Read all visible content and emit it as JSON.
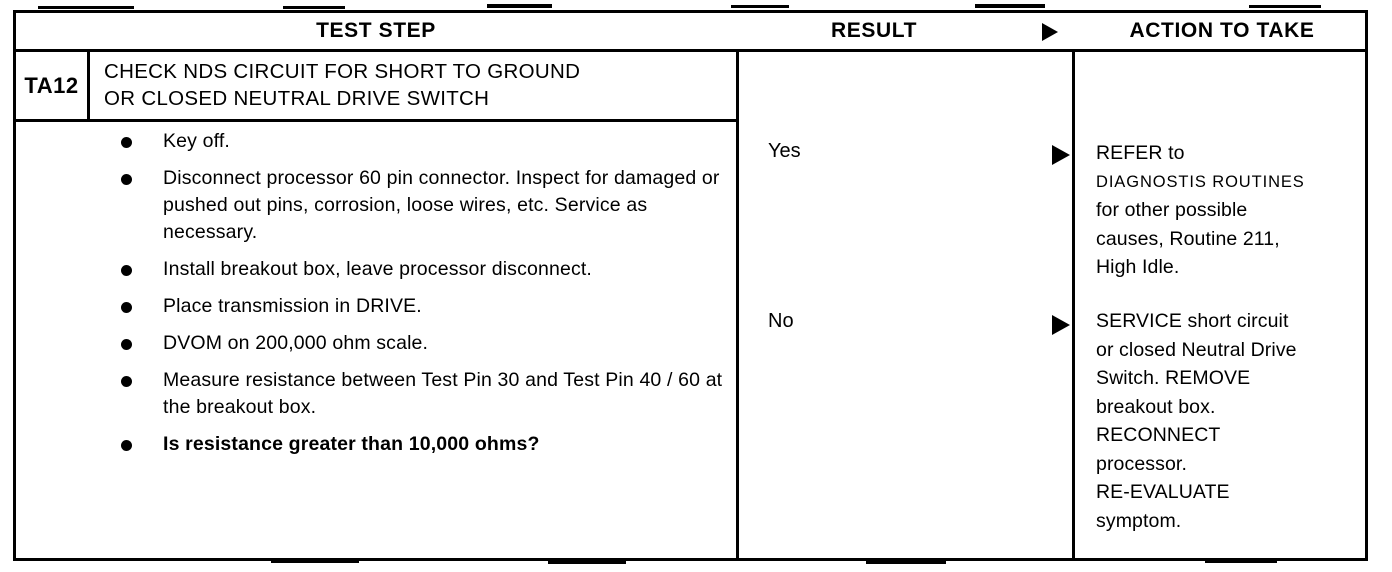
{
  "table": {
    "headers": {
      "test_step": "TEST STEP",
      "result": "RESULT",
      "action": "ACTION TO TAKE",
      "arrow_icon": "right-triangle-icon"
    },
    "step_id": "TA12",
    "step_title_lines": [
      "CHECK NDS CIRCUIT FOR SHORT TO GROUND",
      "OR CLOSED NEUTRAL DRIVE SWITCH"
    ],
    "steps": [
      {
        "text": "Key off.",
        "bold": false
      },
      {
        "text": "Disconnect processor 60 pin connector. Inspect for damaged or pushed out pins, corrosion, loose wires, etc. Service as necessary.",
        "bold": false
      },
      {
        "text": "Install breakout box, leave processor disconnect.",
        "bold": false
      },
      {
        "text": "Place transmission in DRIVE.",
        "bold": false
      },
      {
        "text": "DVOM on 200,000 ohm scale.",
        "bold": false
      },
      {
        "text": "Measure resistance between Test Pin 30 and Test Pin 40 / 60 at the breakout box.",
        "bold": false
      },
      {
        "text": "Is resistance greater than 10,000 ohms?",
        "bold": true
      }
    ],
    "results": [
      {
        "label": "Yes"
      },
      {
        "label": "No"
      }
    ],
    "actions": {
      "yes": {
        "line1": "REFER to",
        "line2": "DIAGNOSTIS  ROUTINES",
        "line3": "for other possible",
        "line4": "causes, Routine 211,",
        "line5": "High Idle."
      },
      "no": {
        "line1": "SERVICE short circuit",
        "line2": "or closed Neutral Drive",
        "line3": "Switch. REMOVE",
        "line4": "breakout box.",
        "line5": "RECONNECT",
        "line6": "processor.",
        "line7": "RE-EVALUATE",
        "line8": "symptom."
      }
    }
  },
  "colors": {
    "ink": "#000000",
    "paper": "#ffffff"
  }
}
